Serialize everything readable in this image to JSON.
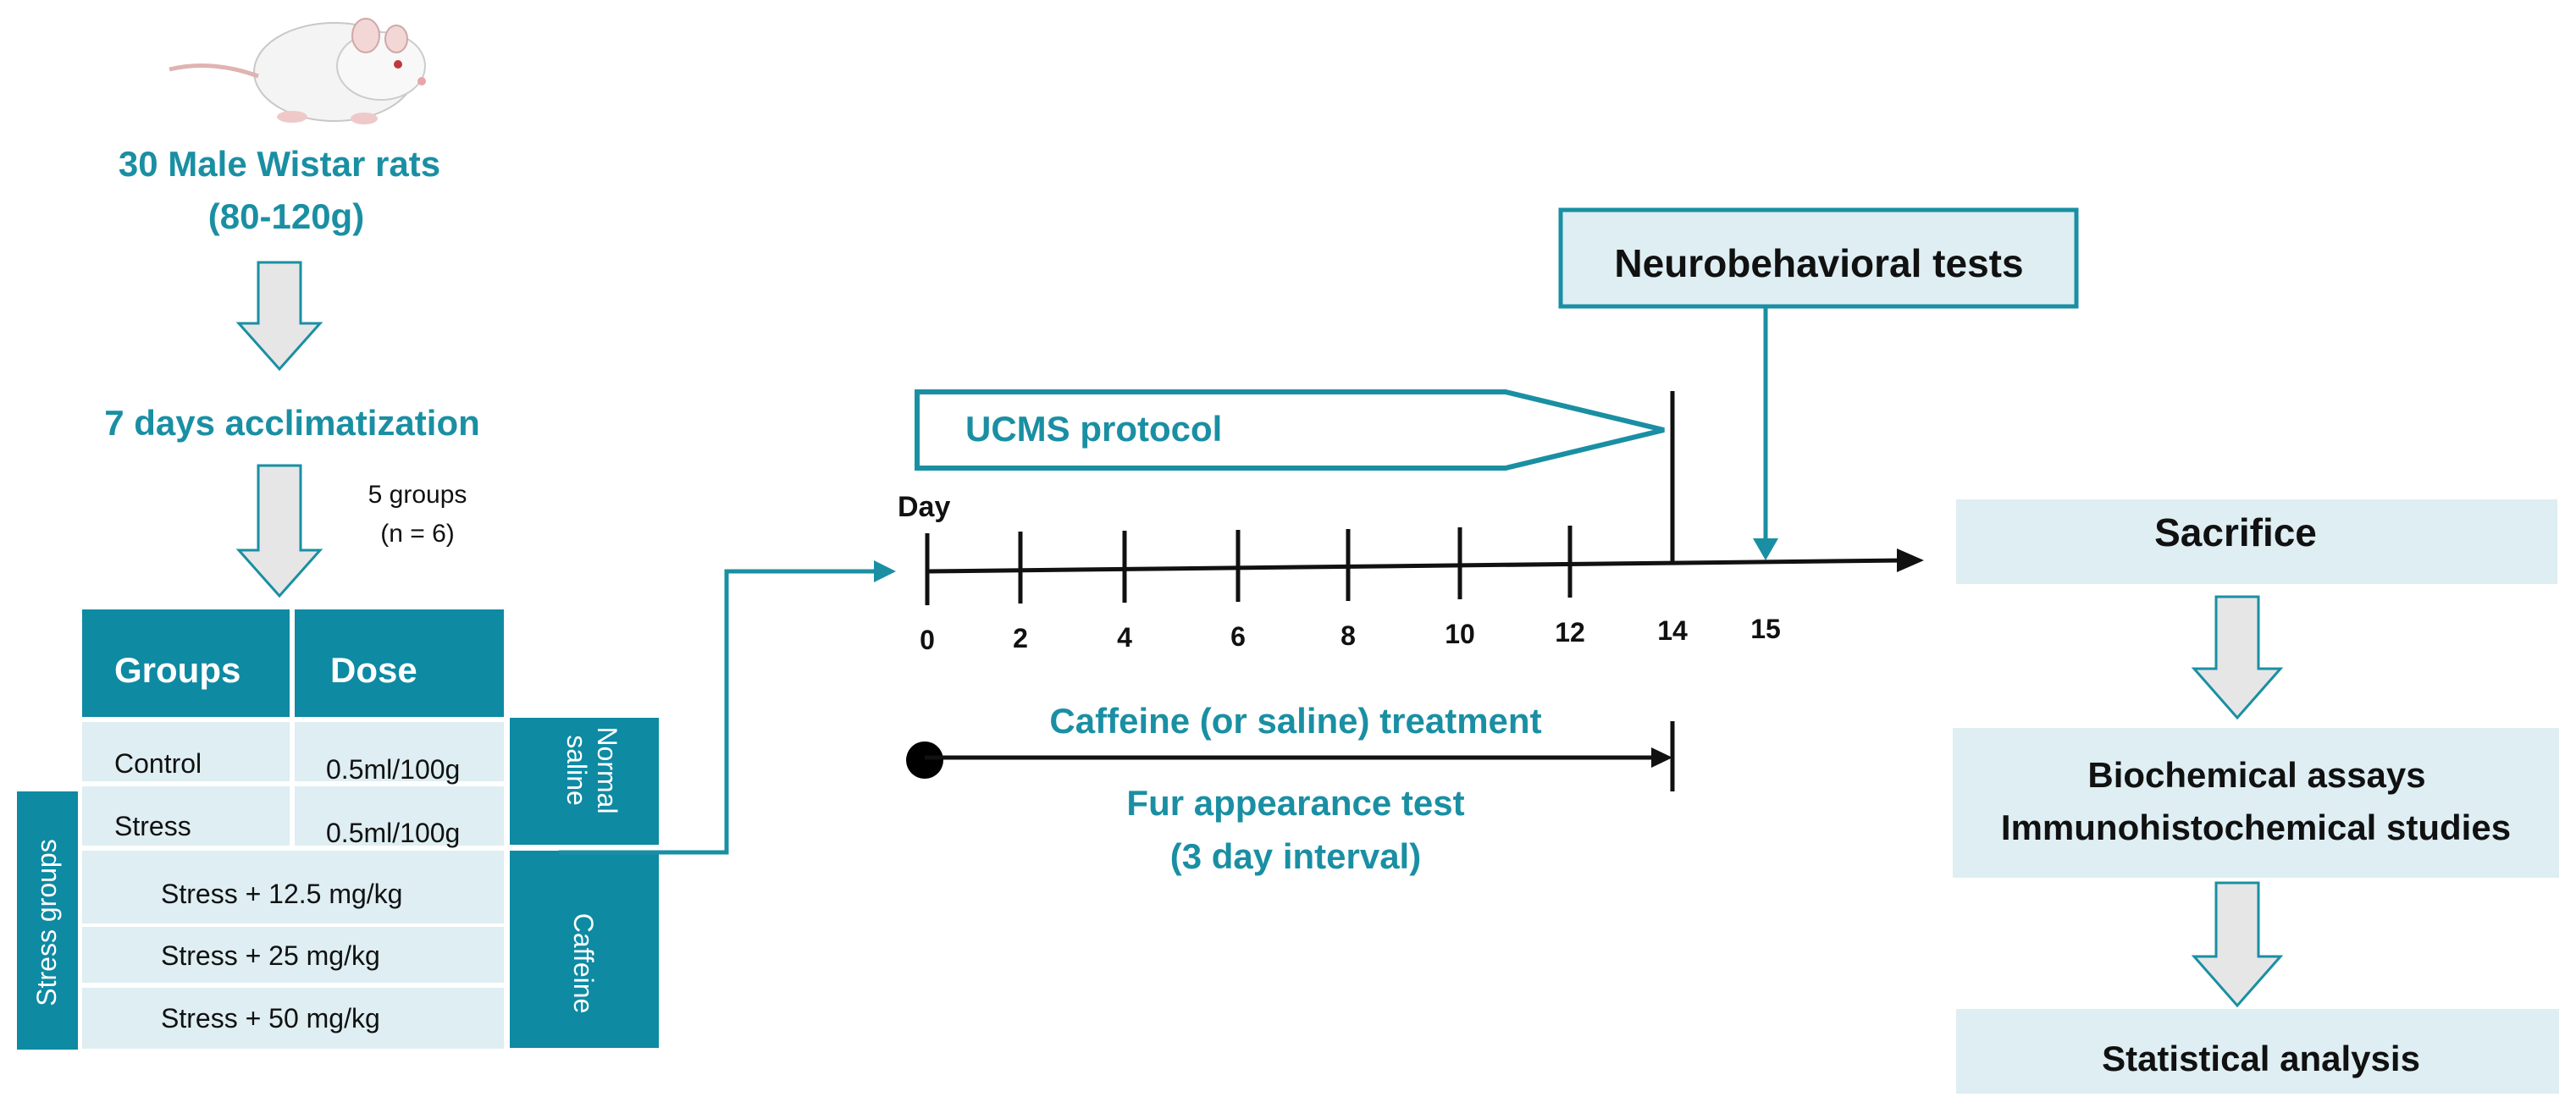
{
  "rats": {
    "title_line1": "30 Male Wistar rats",
    "title_line2": "(80-120g)"
  },
  "acclimatization": "7 days acclimatization",
  "groups_info": {
    "line1": "5 groups",
    "line2": "(n = 6)"
  },
  "table": {
    "header_groups": "Groups",
    "header_dose": "Dose",
    "rows": [
      {
        "group": "Control",
        "dose": "0.5ml/100g"
      },
      {
        "group": "Stress",
        "dose": "0.5ml/100g"
      },
      {
        "group": "Stress + 12.5 mg/kg"
      },
      {
        "group": "Stress + 25 mg/kg"
      },
      {
        "group": "Stress + 50 mg/kg"
      }
    ],
    "side_label": "Stress groups",
    "normal_saline_line1": "Normal",
    "normal_saline_line2": "saline",
    "caffeine": "Caffeine"
  },
  "timeline": {
    "ucms_label": "UCMS protocol",
    "neuro_label": "Neurobehavioral tests",
    "day_label": "Day",
    "ticks": [
      "0",
      "2",
      "4",
      "6",
      "8",
      "10",
      "12",
      "14",
      "15"
    ],
    "treatment_label": "Caffeine (or saline) treatment",
    "fur_line1": "Fur appearance test",
    "fur_line2": "(3 day interval)"
  },
  "outcomes": {
    "sacrifice": "Sacrifice",
    "assays_line1": "Biochemical  assays",
    "assays_line2": "Immunohistochemical studies",
    "stats": "Statistical analysis"
  },
  "colors": {
    "teal": "#1a8fa3",
    "dark_teal": "#0e8aa3",
    "light_blue": "#deeef3",
    "arrow_fill": "#e6e6e6"
  }
}
